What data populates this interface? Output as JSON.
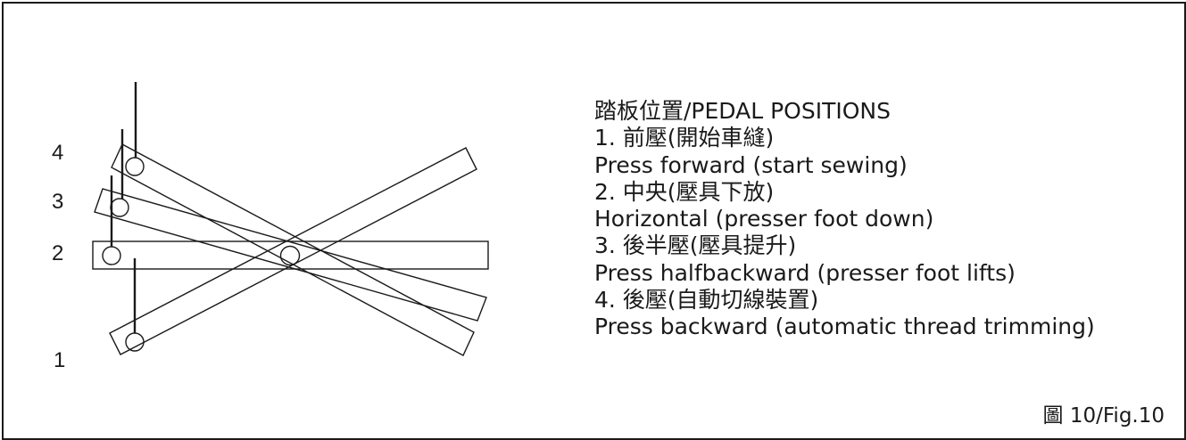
{
  "figure": {
    "positions": [
      {
        "label": "4"
      },
      {
        "label": "3"
      },
      {
        "label": "2"
      },
      {
        "label": "1"
      }
    ],
    "legend": {
      "title": "踏板位置/PEDAL POSITIONS",
      "items": [
        {
          "zh": "1. 前壓(開始車縫)",
          "en": "Press forward (start sewing)"
        },
        {
          "zh": "2. 中央(壓具下放)",
          "en": "Horizontal (presser foot down)"
        },
        {
          "zh": "3. 後半壓(壓具提升)",
          "en": "Press halfbackward (presser foot lifts)"
        },
        {
          "zh": "4. 後壓(自動切線裝置)",
          "en": "Press backward (automatic thread trimming)"
        }
      ]
    },
    "caption": "圖 10/Fig.10"
  }
}
